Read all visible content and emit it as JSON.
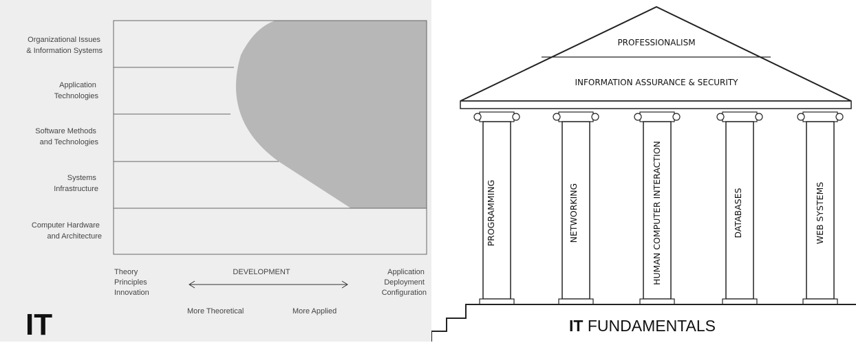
{
  "left": {
    "rows": [
      [
        "Organizational Issues",
        "& Information Systems"
      ],
      [
        "Application",
        "Technologies"
      ],
      [
        "Software Methods",
        "and Technologies"
      ],
      [
        "Systems",
        "Infrastructure"
      ],
      [
        "Computer Hardware",
        "and Architecture"
      ]
    ],
    "theory": [
      "Theory",
      "Principles",
      "Innovation"
    ],
    "development": "DEVELOPMENT",
    "application": [
      "Application",
      "Deployment",
      "Configuration"
    ],
    "more_theoretical": "More Theoretical",
    "more_applied": "More Applied",
    "it": "IT",
    "colors": {
      "background": "#eeeeee",
      "region": "#b7b7b7",
      "lines": "#666666"
    }
  },
  "right": {
    "roof_top": "PROFESSIONALISM",
    "roof_bottom": "INFORMATION ASSURANCE & SECURITY",
    "pillars": [
      "PROGRAMMING",
      "NETWORKING",
      "HUMAN COMPUTER INTERACTION",
      "DATABASES",
      "WEB SYSTEMS"
    ],
    "base_bold": "IT",
    "base_rest": " FUNDAMENTALS"
  }
}
